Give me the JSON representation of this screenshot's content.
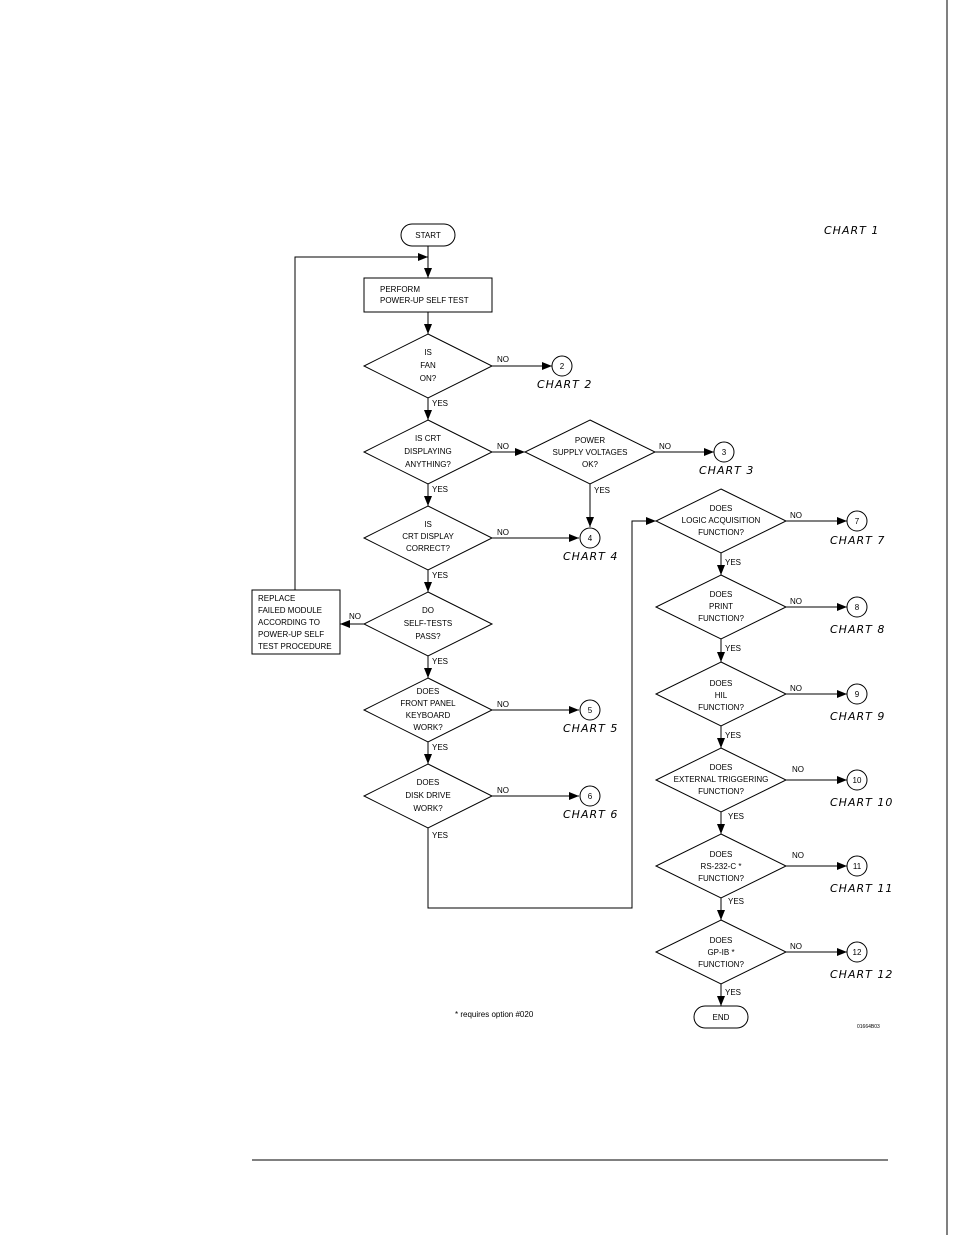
{
  "title": "CHART 1",
  "nodes": {
    "start": "START",
    "perform": [
      "PERFORM",
      "POWER-UP SELF TEST"
    ],
    "fan": [
      "IS",
      "FAN",
      "ON?"
    ],
    "crt_displaying": [
      "IS CRT",
      "DISPLAYING",
      "ANYTHING?"
    ],
    "power_supply": [
      "POWER",
      "SUPPLY VOLTAGES",
      "OK?"
    ],
    "crt_correct": [
      "IS",
      "CRT DISPLAY",
      "CORRECT?"
    ],
    "self_tests": [
      "DO",
      "SELF-TESTS",
      "PASS?"
    ],
    "replace": [
      "REPLACE",
      "FAILED MODULE",
      "ACCORDING TO",
      "POWER-UP SELF",
      "TEST PROCEDURE"
    ],
    "front_panel": [
      "DOES",
      "FRONT PANEL",
      "KEYBOARD",
      "WORK?"
    ],
    "disk_drive": [
      "DOES",
      "DISK DRIVE",
      "WORK?"
    ],
    "logic_acq": [
      "DOES",
      "LOGIC ACQUISITION",
      "FUNCTION?"
    ],
    "print": [
      "DOES",
      "PRINT",
      "FUNCTION?"
    ],
    "hil": [
      "DOES",
      "HIL",
      "FUNCTION?"
    ],
    "ext_trig": [
      "DOES",
      "EXTERNAL TRIGGERING",
      "FUNCTION?"
    ],
    "rs232": [
      "DOES",
      "RS-232-C *",
      "FUNCTION?"
    ],
    "gpib": [
      "DOES",
      "GP-IB *",
      "FUNCTION?"
    ],
    "end": "END"
  },
  "yes": "YES",
  "no": "NO",
  "connectors": [
    "2",
    "3",
    "4",
    "5",
    "6",
    "7",
    "8",
    "9",
    "10",
    "11",
    "12"
  ],
  "chart_refs": [
    "CHART 2",
    "CHART 3",
    "CHART 4",
    "CHART 5",
    "CHART 6",
    "CHART 7",
    "CHART 8",
    "CHART 9",
    "CHART 10",
    "CHART 11",
    "CHART 12"
  ],
  "footnote": "* requires option #020",
  "figure_code": "01664B03"
}
